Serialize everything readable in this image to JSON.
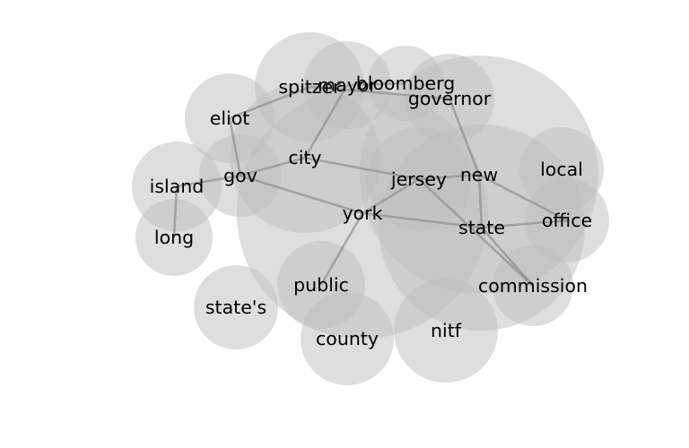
{
  "chart_data": {
    "type": "network",
    "nodes": [
      {
        "id": "york",
        "label": "york"
      },
      {
        "id": "new",
        "label": "new"
      },
      {
        "id": "state",
        "label": "state"
      },
      {
        "id": "jersey",
        "label": "jersey"
      },
      {
        "id": "city",
        "label": "city"
      },
      {
        "id": "mayor",
        "label": "mayor"
      },
      {
        "id": "spitzer",
        "label": "spitzer"
      },
      {
        "id": "bloomberg",
        "label": "bloomberg"
      },
      {
        "id": "governor",
        "label": "governor"
      },
      {
        "id": "eliot",
        "label": "eliot"
      },
      {
        "id": "gov",
        "label": "gov"
      },
      {
        "id": "island",
        "label": "island"
      },
      {
        "id": "long",
        "label": "long"
      },
      {
        "id": "local",
        "label": "local"
      },
      {
        "id": "office",
        "label": "office"
      },
      {
        "id": "commission",
        "label": "commission"
      },
      {
        "id": "public",
        "label": "public"
      },
      {
        "id": "state_s",
        "label": "state's"
      },
      {
        "id": "county",
        "label": "county"
      },
      {
        "id": "nitf",
        "label": "nitf"
      }
    ],
    "edges": [
      [
        "spitzer",
        "governor"
      ],
      [
        "spitzer",
        "eliot"
      ],
      [
        "mayor",
        "city"
      ],
      [
        "mayor",
        "bloomberg"
      ],
      [
        "eliot",
        "gov"
      ],
      [
        "gov",
        "city"
      ],
      [
        "gov",
        "york"
      ],
      [
        "gov",
        "island"
      ],
      [
        "island",
        "long"
      ],
      [
        "city",
        "jersey"
      ],
      [
        "york",
        "jersey"
      ],
      [
        "york",
        "state"
      ],
      [
        "york",
        "public"
      ],
      [
        "jersey",
        "new"
      ],
      [
        "governor",
        "new"
      ],
      [
        "new",
        "state"
      ],
      [
        "new",
        "office"
      ],
      [
        "state",
        "office"
      ],
      [
        "state",
        "commission"
      ],
      [
        "jersey",
        "commission"
      ]
    ]
  }
}
